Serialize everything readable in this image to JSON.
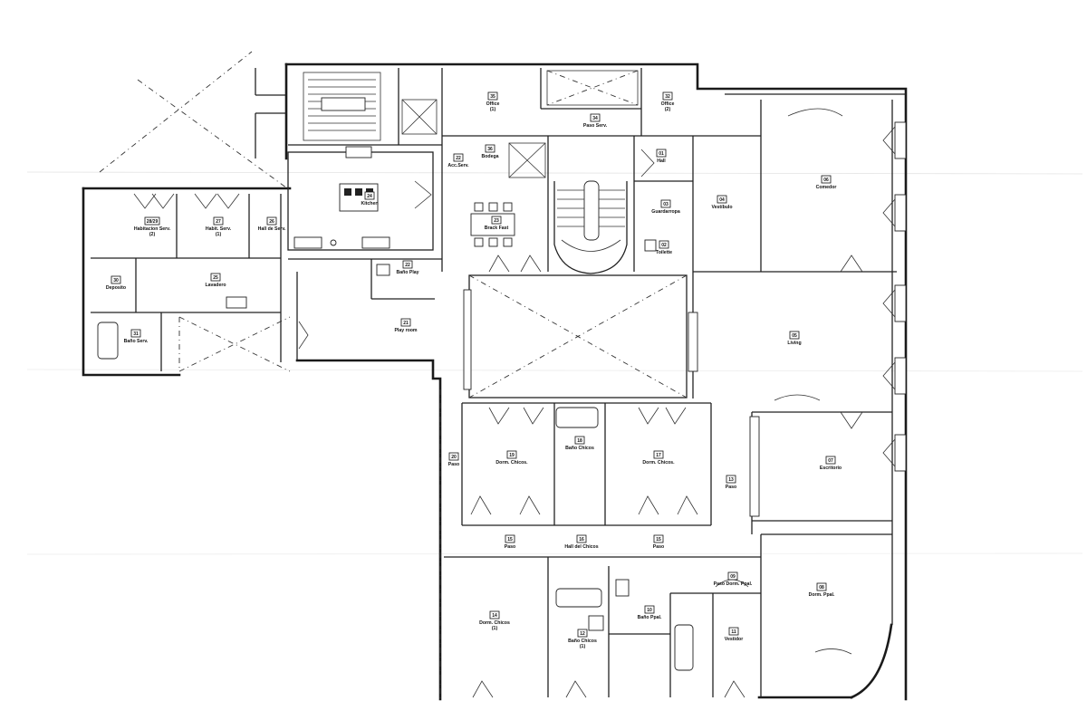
{
  "rooms": [
    {
      "id": "r35",
      "number": "35",
      "name": "Office",
      "sub": "(1)"
    },
    {
      "id": "r34",
      "number": "34",
      "name": "Paso Serv.",
      "sub": ""
    },
    {
      "id": "r32",
      "number": "32",
      "name": "Office",
      "sub": "(2)"
    },
    {
      "id": "r36",
      "number": "36",
      "name": "Bodega",
      "sub": ""
    },
    {
      "id": "r22",
      "number": "22",
      "name": "Acc.Serv.",
      "sub": ""
    },
    {
      "id": "r01",
      "number": "01",
      "name": "Hall",
      "sub": ""
    },
    {
      "id": "r06",
      "number": "06",
      "name": "Comedor",
      "sub": ""
    },
    {
      "id": "r04",
      "number": "04",
      "name": "Vestíbulo",
      "sub": ""
    },
    {
      "id": "r03",
      "number": "03",
      "name": "Guardarropa",
      "sub": ""
    },
    {
      "id": "r02",
      "number": "02",
      "name": "Toilette",
      "sub": ""
    },
    {
      "id": "r23",
      "number": "23",
      "name": "Brack Fast",
      "sub": ""
    },
    {
      "id": "r2829",
      "number": "28/29",
      "name": "Habitacion Serv.",
      "sub": "(2)"
    },
    {
      "id": "r27",
      "number": "27",
      "name": "Habit. Serv.",
      "sub": "(1)"
    },
    {
      "id": "r26",
      "number": "26",
      "name": "Hall de Serv.",
      "sub": ""
    },
    {
      "id": "r25",
      "number": "25",
      "name": "Lavadero",
      "sub": ""
    },
    {
      "id": "r30",
      "number": "30",
      "name": "Deposito",
      "sub": ""
    },
    {
      "id": "r31",
      "number": "31",
      "name": "Baño Serv.",
      "sub": ""
    },
    {
      "id": "r24",
      "number": "24",
      "name": "Kitchen",
      "sub": ""
    },
    {
      "id": "r22b",
      "number": "22",
      "name": "Baño Play",
      "sub": ""
    },
    {
      "id": "r21",
      "number": "21",
      "name": "Play room",
      "sub": ""
    },
    {
      "id": "r05",
      "number": "05",
      "name": "Living",
      "sub": ""
    },
    {
      "id": "r07",
      "number": "07",
      "name": "Escritorio",
      "sub": ""
    },
    {
      "id": "r20",
      "number": "20",
      "name": "Paso",
      "sub": ""
    },
    {
      "id": "r19",
      "number": "19",
      "name": "Dorm. Chicos.",
      "sub": ""
    },
    {
      "id": "r18",
      "number": "18",
      "name": "Baño Chicos",
      "sub": ""
    },
    {
      "id": "r17",
      "number": "17",
      "name": "Dorm. Chicos.",
      "sub": ""
    },
    {
      "id": "r13",
      "number": "13",
      "name": "Paso",
      "sub": ""
    },
    {
      "id": "r15a",
      "number": "15",
      "name": "Paso",
      "sub": ""
    },
    {
      "id": "r16",
      "number": "16",
      "name": "Hall del Chicos",
      "sub": ""
    },
    {
      "id": "r15b",
      "number": "15",
      "name": "Paso",
      "sub": ""
    },
    {
      "id": "r14",
      "number": "14",
      "name": "Dorm. Chicos",
      "sub": "(1)"
    },
    {
      "id": "r12",
      "number": "12",
      "name": "Baño Chicos",
      "sub": "(1)"
    },
    {
      "id": "r10",
      "number": "10",
      "name": "Baño Ppal.",
      "sub": ""
    },
    {
      "id": "r09",
      "number": "09",
      "name": "Paso Dorm. Ppal.",
      "sub": ""
    },
    {
      "id": "r11",
      "number": "11",
      "name": "Vestidor",
      "sub": ""
    },
    {
      "id": "r08",
      "number": "08",
      "name": "Dorm. Ppal.",
      "sub": ""
    }
  ]
}
